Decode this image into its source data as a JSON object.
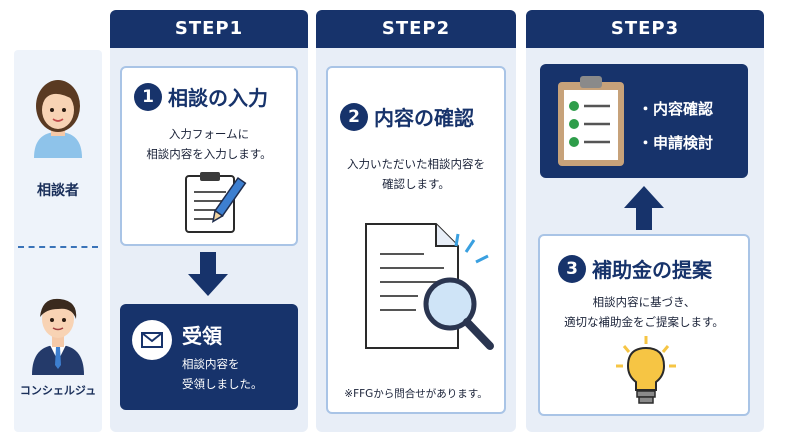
{
  "roles": {
    "consultant_user": "相談者",
    "concierge": "コンシェルジュ"
  },
  "steps": [
    {
      "header": "STEP1"
    },
    {
      "header": "STEP2"
    },
    {
      "header": "STEP3"
    }
  ],
  "step1": {
    "card1": {
      "number": "1",
      "title": "相談の入力",
      "text_line1": "入力フォームに",
      "text_line2": "相談内容を入力します。"
    },
    "card2": {
      "title": "受領",
      "text_line1": "相談内容を",
      "text_line2": "受領しました。"
    }
  },
  "step2": {
    "card": {
      "number": "2",
      "title": "内容の確認",
      "text_line1": "入力いただいた相談内容を",
      "text_line2": "確認します。",
      "note": "※FFGから問合せがあります。"
    }
  },
  "step3": {
    "review": {
      "item1": "・内容確認",
      "item2": "・申請検討"
    },
    "card": {
      "number": "3",
      "title": "補助金の提案",
      "text_line1": "相談内容に基づき、",
      "text_line2": "適切な補助金をご提案します。"
    }
  },
  "colors": {
    "navy": "#17336b",
    "light_blue_bg": "#e8eef7",
    "card_border": "#a9c4e6",
    "accent_yellow": "#f6c544"
  }
}
